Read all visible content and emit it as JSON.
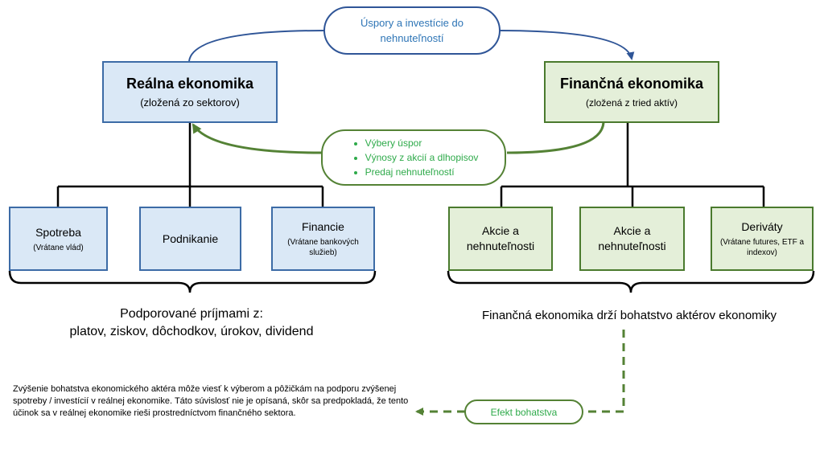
{
  "top_flow": {
    "line1": "Úspory a investície do",
    "line2": "nehnuteľností"
  },
  "return_flow": {
    "items": [
      "Výbery úspor",
      "Výnosy z akcií a dlhopisov",
      "Predaj nehnuteľností"
    ]
  },
  "real_economy": {
    "title": "Reálna ekonomika",
    "subtitle": "(zložená zo sektorov)",
    "sectors": [
      {
        "title": "Spotreba",
        "note": "(Vrátane vlád)"
      },
      {
        "title": "Podnikanie",
        "note": ""
      },
      {
        "title": "Financie",
        "note": "(Vrátane bankových služieb)"
      }
    ],
    "caption_line1": "Podporované príjmami z:",
    "caption_line2": "platov, ziskov, dôchodkov, úrokov, dividend"
  },
  "financial_economy": {
    "title": "Finančná ekonomika",
    "subtitle": "(zložená z tried aktív)",
    "classes": [
      {
        "title": "Akcie a nehnuteľnosti",
        "note": ""
      },
      {
        "title": "Akcie a nehnuteľnosti",
        "note": ""
      },
      {
        "title": "Deriváty",
        "note": "(Vrátane futures, ETF a indexov)"
      }
    ],
    "caption": "Finančná ekonomika drží bohatstvo aktérov ekonomiky"
  },
  "wealth_effect": {
    "label": "Efekt bohatstva",
    "note": "Zvýšenie bohatstva ekonomického aktéra môže viesť k výberom a pôžičkám na podporu zvýšenej spotreby / investícií v reálnej ekonomike. Táto súvislosť nie je opísaná, skôr sa predpokladá, že tento účinok sa v reálnej ekonomike rieši prostredníctvom finančného sektora."
  },
  "colors": {
    "blue_fill": "#dae8f6",
    "blue_border": "#3c6ba6",
    "green_fill": "#e4efd9",
    "green_border": "#4a7a2d",
    "arrow_blue": "#2f5597",
    "arrow_green": "#548235"
  }
}
